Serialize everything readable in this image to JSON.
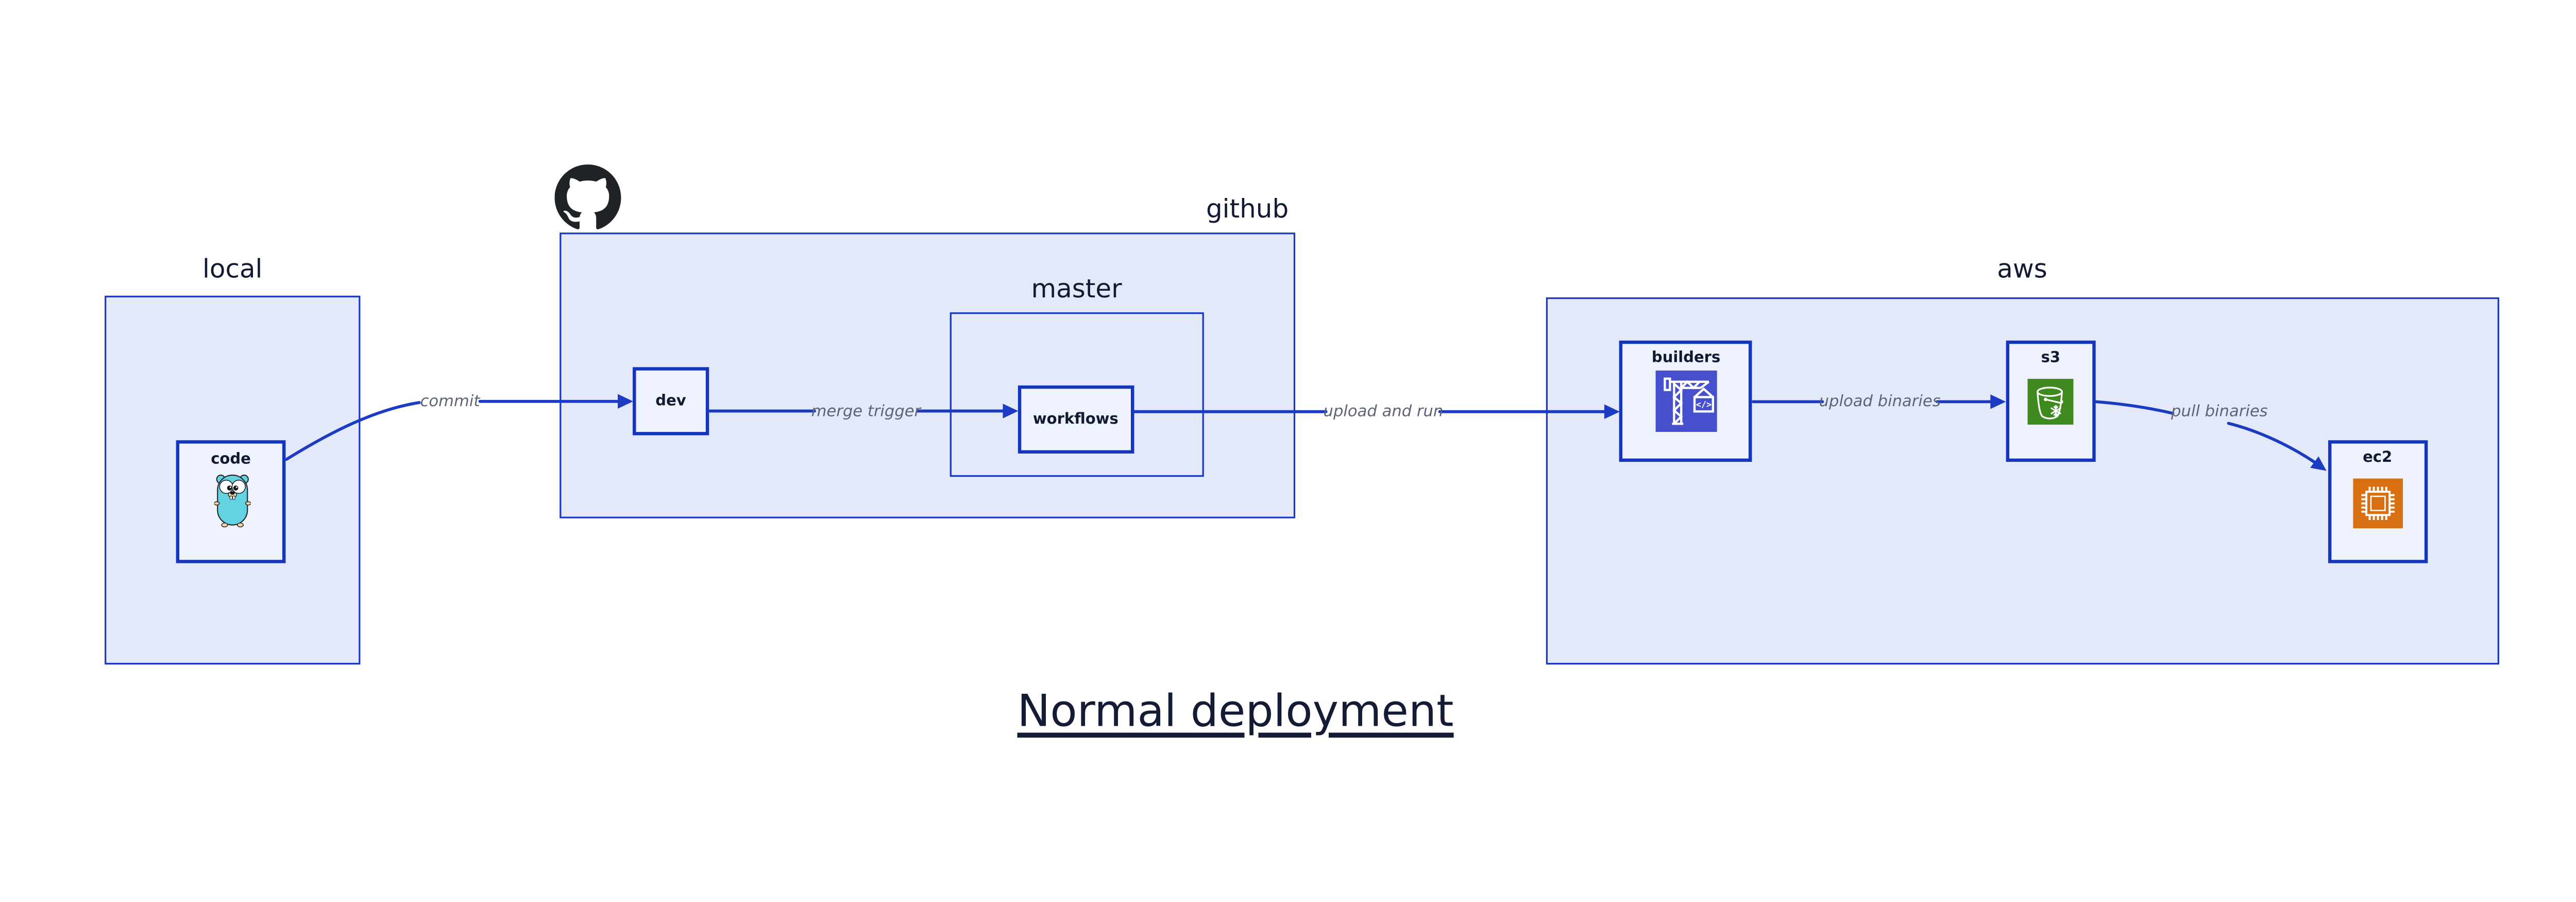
{
  "title": "Normal deployment",
  "groups": {
    "local": {
      "label": "local"
    },
    "github": {
      "label": "github"
    },
    "master": {
      "label": "master"
    },
    "aws": {
      "label": "aws"
    }
  },
  "nodes": {
    "code": {
      "label": "code"
    },
    "dev": {
      "label": "dev"
    },
    "workflows": {
      "label": "workflows"
    },
    "builders": {
      "label": "builders"
    },
    "s3": {
      "label": "s3"
    },
    "ec2": {
      "label": "ec2"
    }
  },
  "edges": {
    "commit": {
      "label": "commit"
    },
    "merge_trigger": {
      "label": "merge trigger"
    },
    "upload_and_run": {
      "label": "upload and run"
    },
    "upload_binaries": {
      "label": "upload binaries"
    },
    "pull_binaries": {
      "label": "pull binaries"
    }
  },
  "icons": {
    "gopher": "go-gopher-icon",
    "octocat": "github-octocat-icon",
    "builders": "codebuild-crane-icon",
    "builders_code_glyph": "</>",
    "s3": "s3-bucket-snowflake-icon",
    "ec2": "ec2-chip-icon"
  },
  "colors": {
    "edge_line": "#1b3cc2",
    "group_fill": "#e4e9fa",
    "group_border": "#1a39c2",
    "node_fill": "#eef2fc",
    "node_border": "#1435bd",
    "text_navy": "#121a33",
    "edge_label_gray": "#5d6478",
    "builders_icon_bg": "#4650cf",
    "s3_icon_bg": "#3e8a1e",
    "ec2_icon_bg": "#d87012",
    "gopher_teal": "#63d2e1",
    "octocat_black": "#1f2328"
  }
}
